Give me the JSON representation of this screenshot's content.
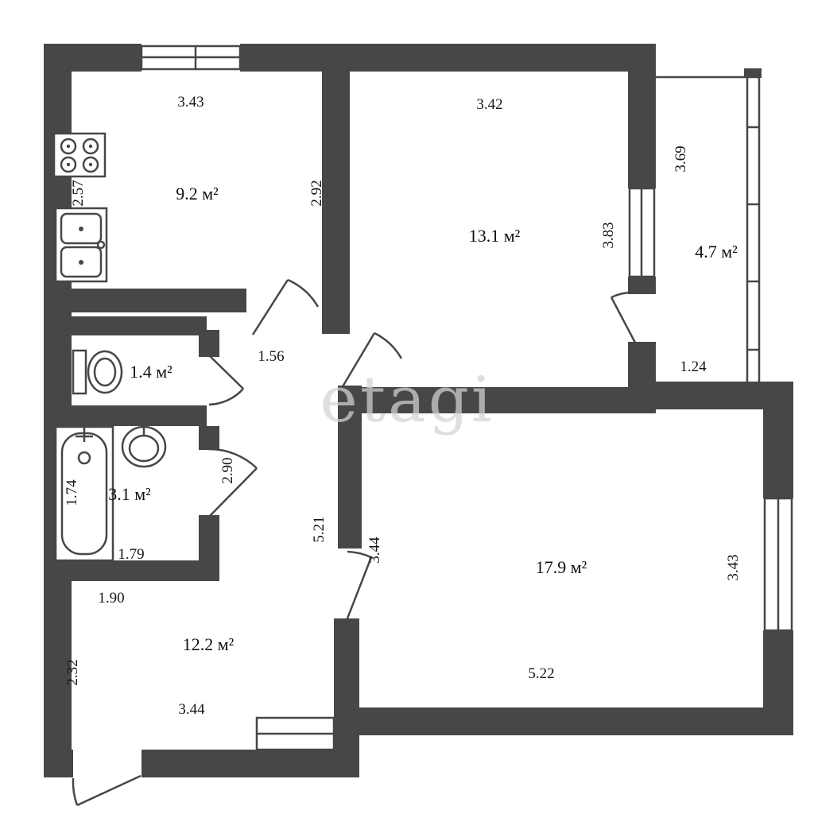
{
  "watermark": "etagi",
  "colors": {
    "wall": "#474747",
    "text": "#161616",
    "watermark": "#d3d3d3",
    "background": "#ffffff"
  },
  "rooms": {
    "kitchen": {
      "area": "9.2 м²"
    },
    "bedroom1": {
      "area": "13.1 м²"
    },
    "balcony": {
      "area": "4.7 м²"
    },
    "wc": {
      "area": "1.4 м²"
    },
    "bathroom": {
      "area": "3.1 м²"
    },
    "hallway": {
      "area": "12.2 м²"
    },
    "bedroom2": {
      "area": "17.9 м²"
    }
  },
  "dimensions": {
    "kitchen_width_top": "3.43",
    "kitchen_height_left": "2.57",
    "kitchen_height_right": "2.92",
    "bedroom1_width_top": "3.42",
    "bedroom1_height_right": "3.83",
    "balcony_height_right": "3.69",
    "balcony_width_bottom": "1.24",
    "corridor_width": "1.56",
    "bathroom_height_right": "2.90",
    "bathroom_height_left": "1.74",
    "bathroom_width_bottom": "1.79",
    "hallway_width_top": "1.90",
    "hallway_height_left": "2.32",
    "hallway_width_bottom": "3.44",
    "corridor_height": "5.21",
    "bedroom2_height_left": "3.44",
    "bedroom2_width_bottom": "5.22",
    "bedroom2_height_right": "3.43"
  },
  "fixtures": {
    "stove": "stove-icon",
    "kitchen_sink": "double-sink-icon",
    "toilet": "toilet-icon",
    "bathtub": "bathtub-icon",
    "washbasin": "washbasin-icon"
  }
}
